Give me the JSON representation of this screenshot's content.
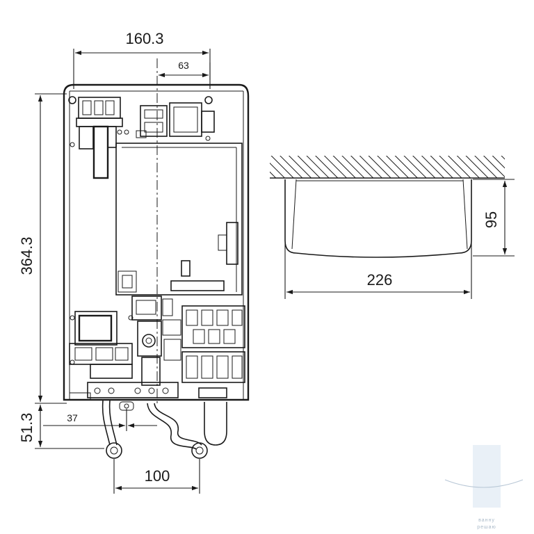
{
  "dimensions": {
    "width_overall": "160.3",
    "offset_63": "63",
    "height_overall": "364.3",
    "bottom_51": "51.3",
    "offset_37": "37",
    "pipe_spacing": "100",
    "side_depth": "95",
    "side_width": "226"
  },
  "watermark": {
    "line1": "ванну",
    "line2": "решаю"
  },
  "colors": {
    "line": "#1a1a1a",
    "watermark": "#a9b9c8"
  }
}
